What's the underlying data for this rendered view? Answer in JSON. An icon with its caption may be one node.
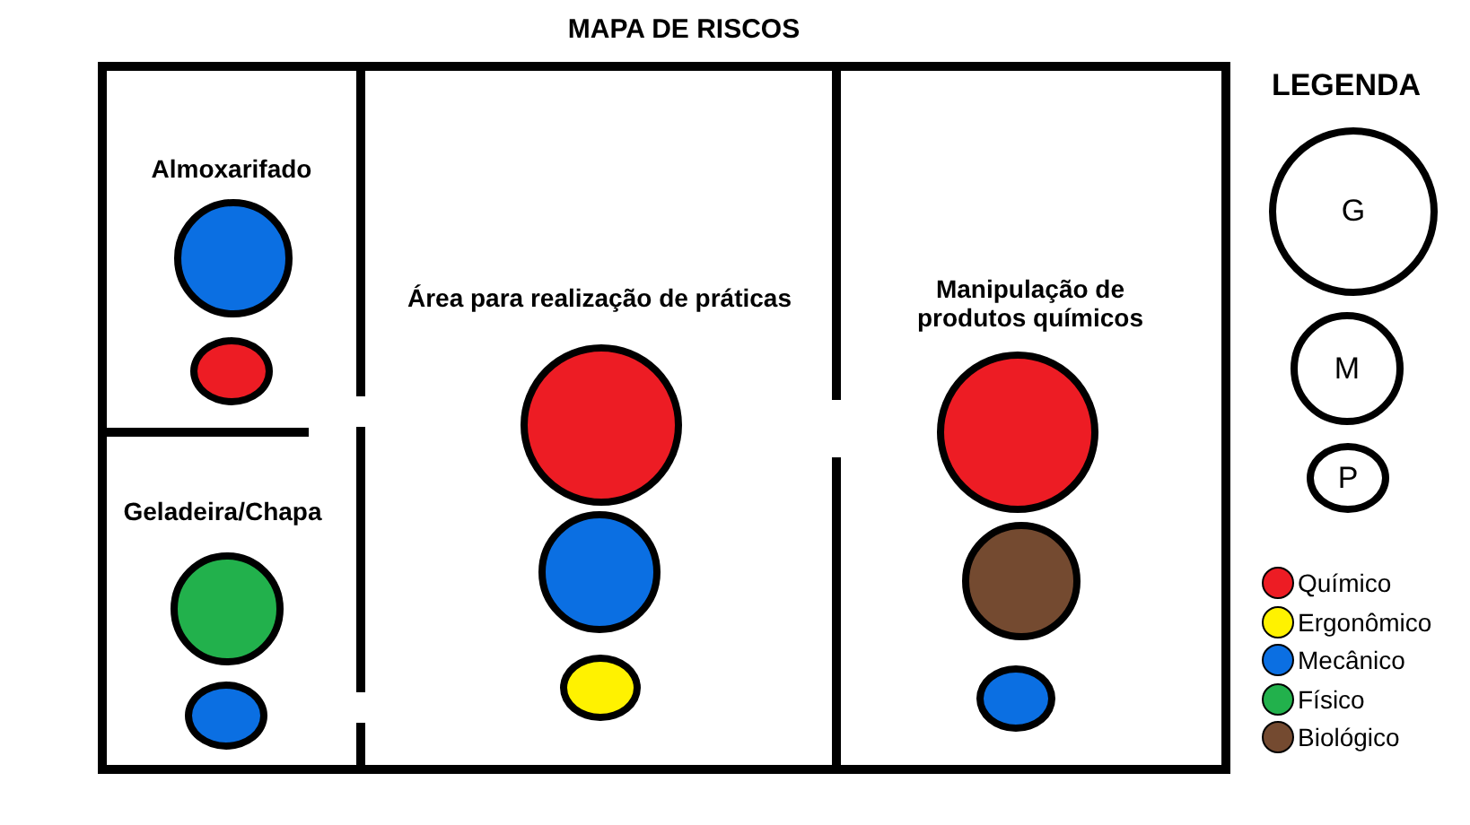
{
  "diagram": {
    "title": "MAPA DE RISCOS",
    "nodes": [
      {
        "text": [
          "Almoxarifado"
        ]
      },
      {
        "text": [],
        "shape": "circle",
        "in": 0
      },
      {
        "text": [],
        "shape": "circle",
        "in": 0
      },
      {
        "text": [
          "Geladeira/Chapa"
        ]
      },
      {
        "text": [],
        "shape": "circle",
        "in": 3
      },
      {
        "text": [],
        "shape": "circle",
        "in": 3
      },
      {
        "text": [
          "Área para realização de práticas"
        ]
      },
      {
        "text": [],
        "shape": "circle",
        "in": 6
      },
      {
        "text": [],
        "shape": "circle",
        "in": 6
      },
      {
        "text": [],
        "shape": "circle",
        "in": 6
      },
      {
        "text": [
          "Manipulação de produtos químicos"
        ]
      },
      {
        "text": [],
        "shape": "circle",
        "in": 10
      },
      {
        "text": [],
        "shape": "circle",
        "in": 10
      },
      {
        "text": [],
        "shape": "circle",
        "in": 10
      },
      {
        "text": [
          "G"
        ]
      },
      {
        "text": [
          "M"
        ]
      },
      {
        "text": [
          "P"
        ]
      }
    ],
    "edges": [],
    "labels": [
      "LEGENDA"
    ],
    "legend": [
      {
        "text": "Químico",
        "color": "#ed1c24"
      },
      {
        "text": "Ergonômico",
        "color": "#fff200"
      },
      {
        "text": "Mecânico",
        "color": "#0b6fe2"
      },
      {
        "text": "Físico",
        "color": "#22b14c"
      },
      {
        "text": "Biológico",
        "color": "#744a30"
      }
    ]
  }
}
